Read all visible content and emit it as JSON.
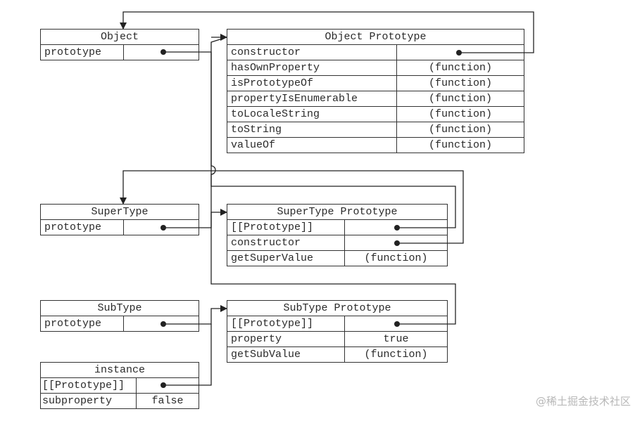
{
  "object_box": {
    "title": "Object",
    "rows": [
      {
        "key": "prototype",
        "value": ""
      }
    ]
  },
  "object_prototype_box": {
    "title": "Object Prototype",
    "rows": [
      {
        "key": "constructor",
        "value": ""
      },
      {
        "key": "hasOwnProperty",
        "value": "(function)"
      },
      {
        "key": "isPrototypeOf",
        "value": "(function)"
      },
      {
        "key": "propertyIsEnumerable",
        "value": "(function)"
      },
      {
        "key": "toLocaleString",
        "value": "(function)"
      },
      {
        "key": "toString",
        "value": "(function)"
      },
      {
        "key": "valueOf",
        "value": "(function)"
      }
    ]
  },
  "supertype_box": {
    "title": "SuperType",
    "rows": [
      {
        "key": "prototype",
        "value": ""
      }
    ]
  },
  "supertype_prototype_box": {
    "title": "SuperType Prototype",
    "rows": [
      {
        "key": "[[Prototype]]",
        "value": ""
      },
      {
        "key": "constructor",
        "value": ""
      },
      {
        "key": "getSuperValue",
        "value": "(function)"
      }
    ]
  },
  "subtype_box": {
    "title": "SubType",
    "rows": [
      {
        "key": "prototype",
        "value": ""
      }
    ]
  },
  "subtype_prototype_box": {
    "title": "SubType Prototype",
    "rows": [
      {
        "key": "[[Prototype]]",
        "value": ""
      },
      {
        "key": "property",
        "value": "true"
      },
      {
        "key": "getSubValue",
        "value": "(function)"
      }
    ]
  },
  "instance_box": {
    "title": "instance",
    "rows": [
      {
        "key": "[[Prototype]]",
        "value": ""
      },
      {
        "key": "subproperty",
        "value": "false"
      }
    ]
  },
  "watermark": "@稀土掘金技术社区",
  "colors": {
    "line": "#222222",
    "text": "#2a2a2a",
    "watermark": "#b8b8b8"
  }
}
